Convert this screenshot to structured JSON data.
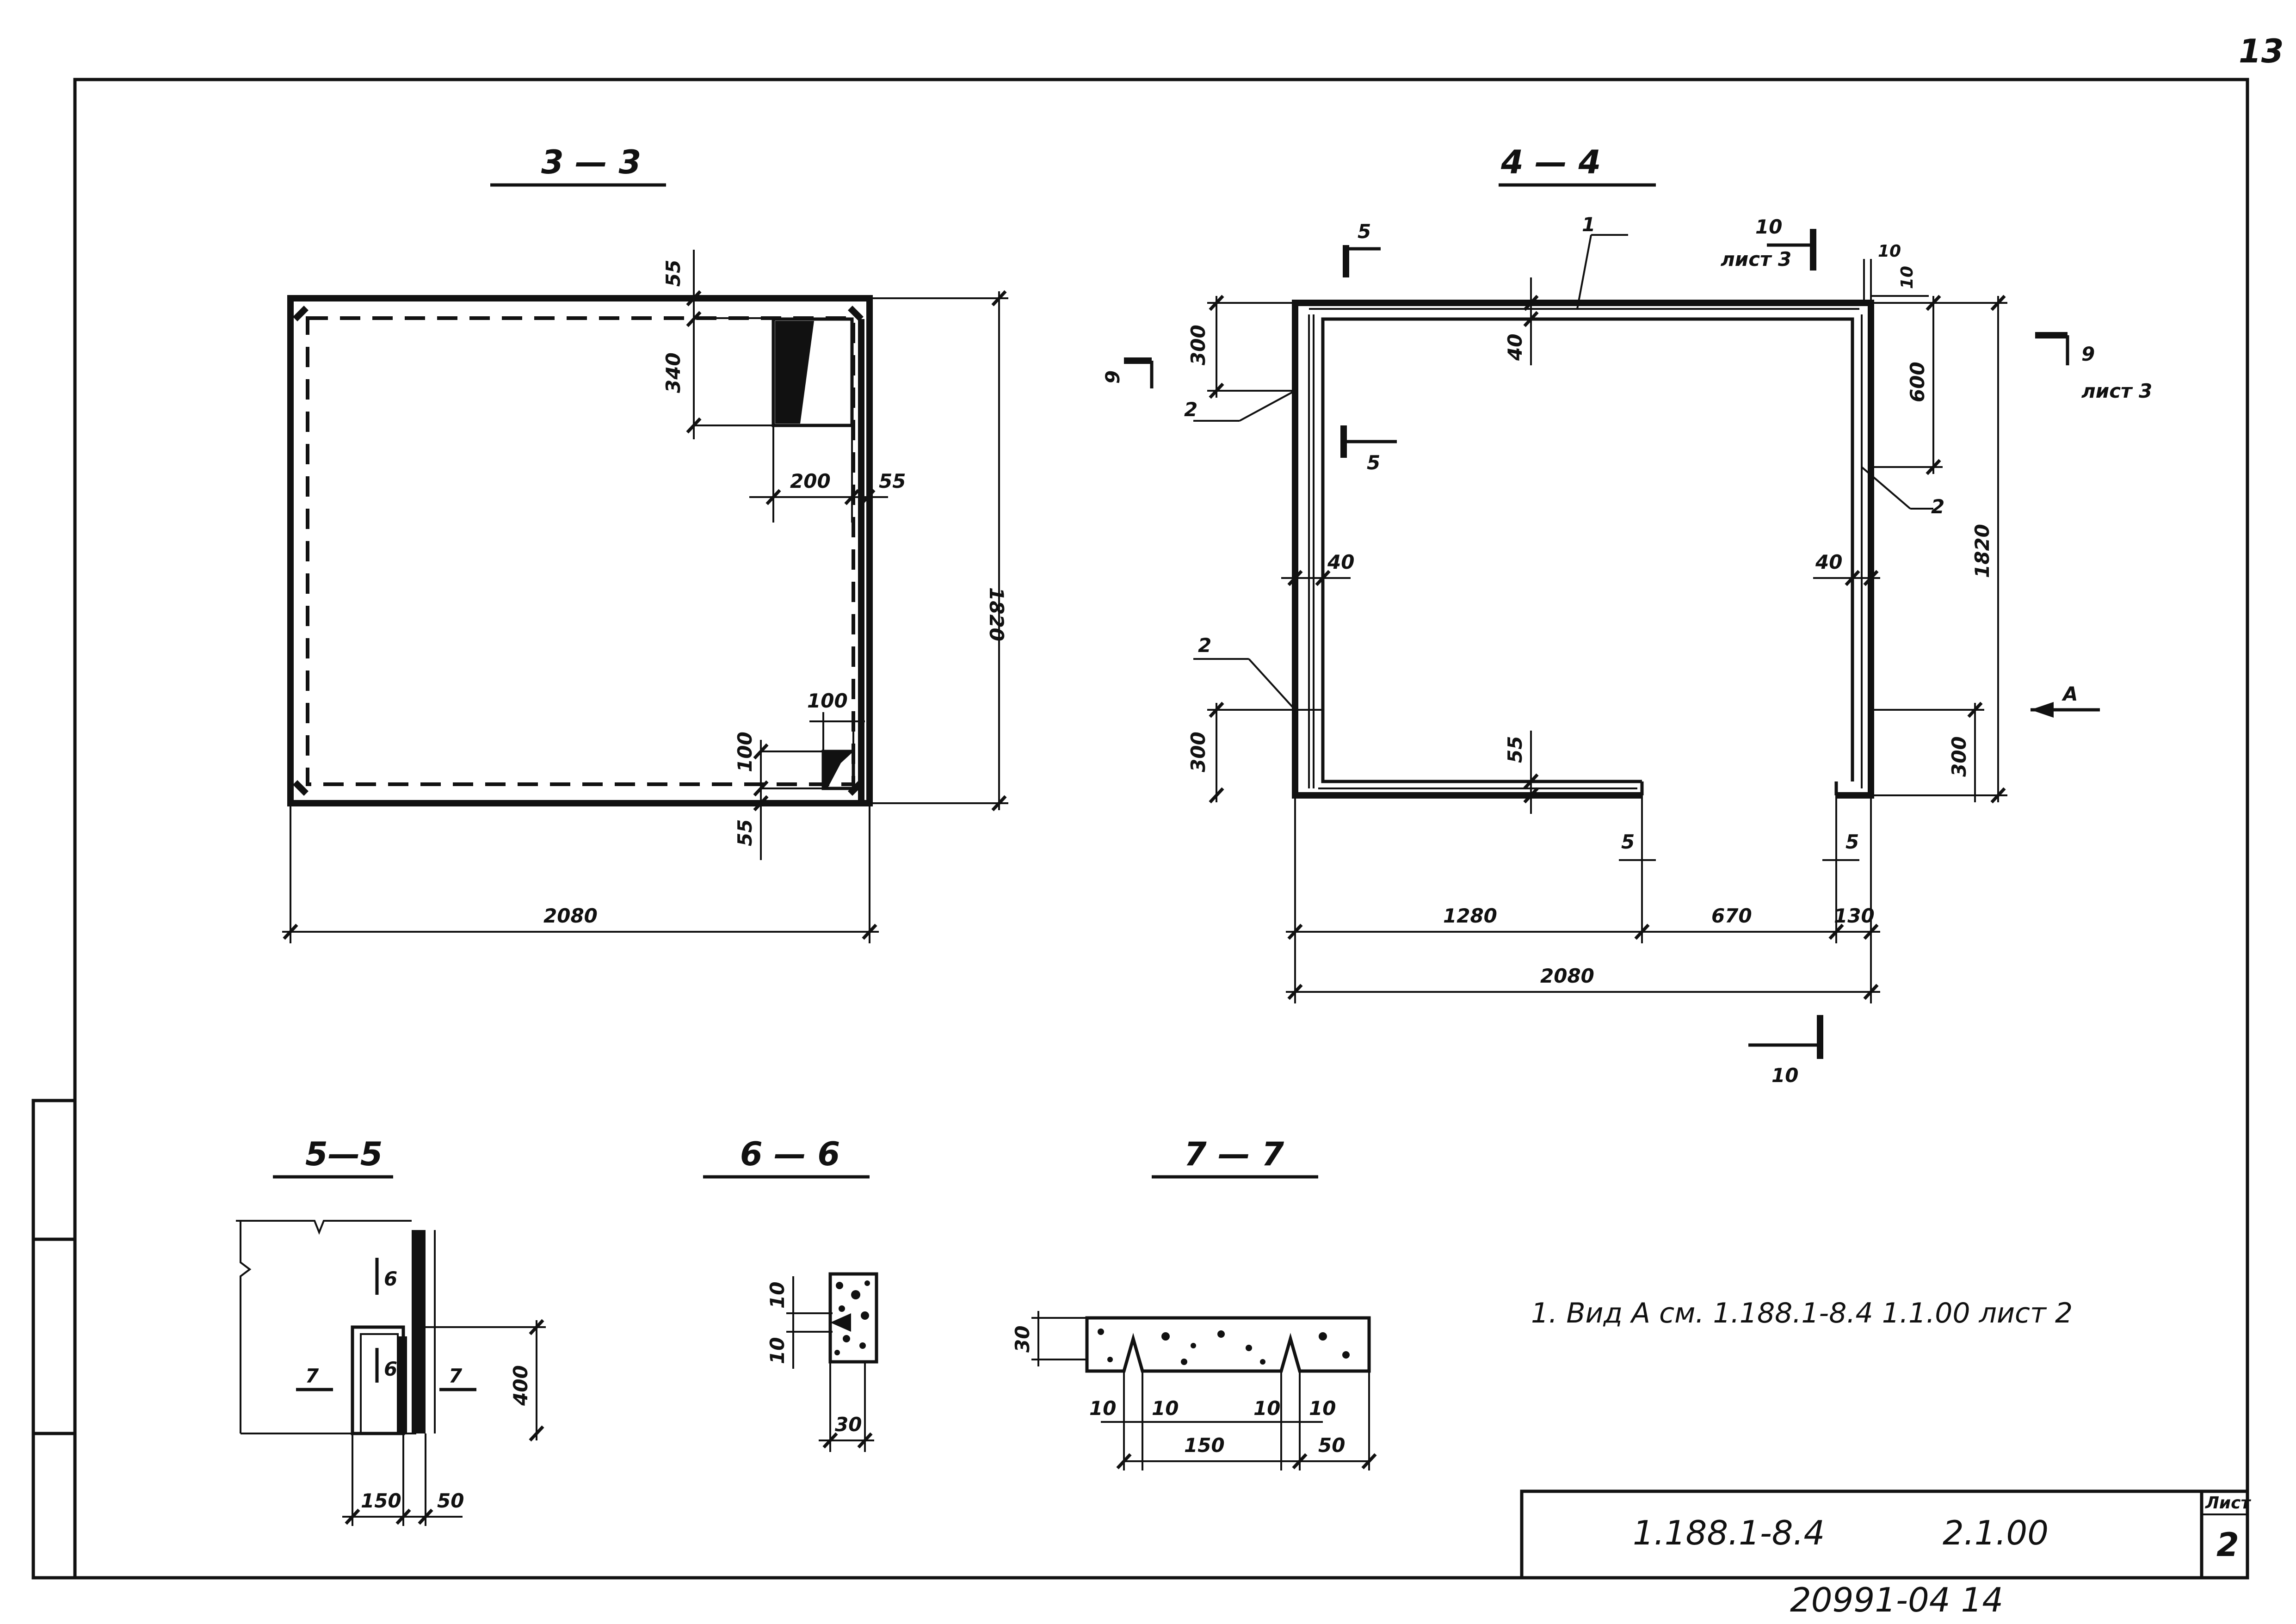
{
  "page_number": "13",
  "sections": {
    "s33": "3 — 3",
    "s44": "4 — 4",
    "s55": "5—5",
    "s66": "6 — 6",
    "s77": "7 — 7"
  },
  "dims_33": {
    "top_gap": "55",
    "opening_height": "340",
    "opening_width": "200",
    "right_gap": "55",
    "height_total": "1820",
    "small_width": "100",
    "small_height": "100",
    "bottom_gap": "55",
    "width_total": "2080"
  },
  "dims_44": {
    "pos1": "1",
    "pos2_left_top": "2",
    "pos2_left_bottom": "2",
    "pos2_right": "2",
    "cut5_top": "5",
    "cut5_mid": "5",
    "cut9_left": "9",
    "cut9_right": "9",
    "cut9_sheet": "лист 3",
    "cut10_top": "10",
    "cut10_sheet": "лист 3",
    "cut10_bottom": "10",
    "dim_10_a": "10",
    "dim_10_b": "10",
    "left_300_top": "300",
    "left_300_bottom": "300",
    "top_40": "40",
    "left_40": "40",
    "right_40": "40",
    "right_600": "600",
    "height_1820": "1820",
    "right_300": "300",
    "bottom_55": "55",
    "bottom_5_left": "5",
    "bottom_5_right": "5",
    "seg_1280": "1280",
    "seg_670": "670",
    "seg_130": "130",
    "total_2080": "2080",
    "view_a": "A"
  },
  "dims_55": {
    "mark_6_top": "6",
    "mark_6_inner": "6",
    "mark_7_left": "7",
    "mark_7_right": "7",
    "height_400": "400",
    "w_150": "150",
    "w_50": "50"
  },
  "dims_66": {
    "d10_top": "10",
    "d10_bottom": "10",
    "d30": "30"
  },
  "dims_77": {
    "d30": "30",
    "d10_a": "10",
    "d10_b": "10",
    "d150": "150",
    "d10_c": "10",
    "d10_d": "10",
    "d50": "50"
  },
  "note": "1. Вид А см. 1.188.1-8.4 1.1.00 лист 2",
  "title_block": {
    "series": "1.188.1-8.4",
    "code": "2.1.00",
    "sheet_label": "Лист",
    "sheet_number": "2"
  },
  "inventory": "20991-04 14"
}
